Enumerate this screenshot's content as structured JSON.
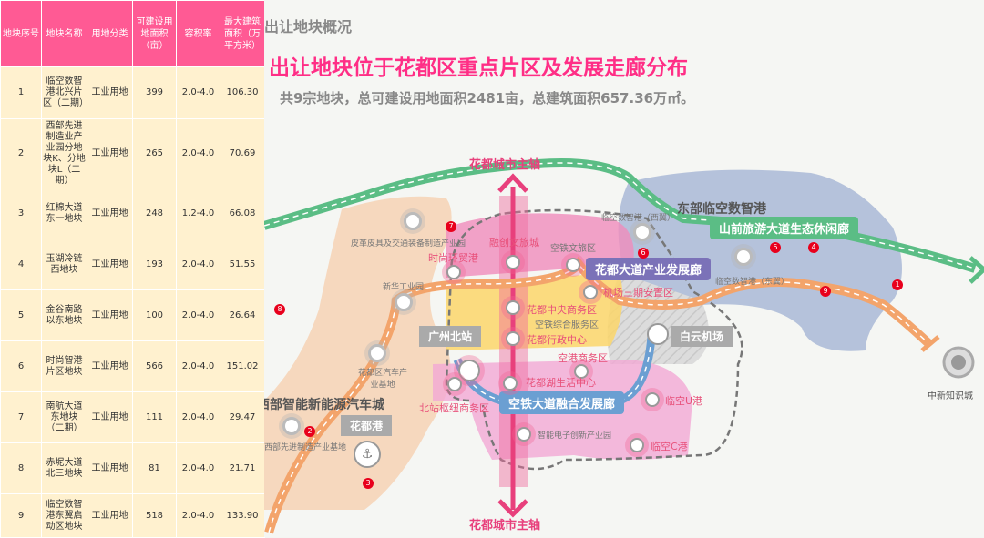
{
  "table": {
    "headers": [
      "地块序号",
      "地块名称",
      "用地分类",
      "可建设用地面积（亩）",
      "容积率",
      "最大建筑面积（万平方米）"
    ],
    "rows": [
      [
        "1",
        "临空数智港北兴片区（二期）",
        "工业用地",
        "399",
        "2.0-4.0",
        "106.30"
      ],
      [
        "2",
        "西部先进制造业产业园分地块K、分地块L（二期）",
        "工业用地",
        "265",
        "2.0-4.0",
        "70.69"
      ],
      [
        "3",
        "红棉大道东一地块",
        "工业用地",
        "248",
        "1.2-4.0",
        "66.08"
      ],
      [
        "4",
        "玉湖冷链西地块",
        "工业用地",
        "193",
        "2.0-4.0",
        "51.55"
      ],
      [
        "5",
        "金谷南路以东地块",
        "工业用地",
        "100",
        "2.0-4.0",
        "26.64"
      ],
      [
        "6",
        "时尚智港片区地块",
        "工业用地",
        "566",
        "2.0-4.0",
        "151.02"
      ],
      [
        "7",
        "南航大道东地块（二期）",
        "工业用地",
        "111",
        "2.0-4.0",
        "29.47"
      ],
      [
        "8",
        "赤坭大道北三地块",
        "工业用地",
        "81",
        "2.0-4.0",
        "21.71"
      ],
      [
        "9",
        "临空数智港东翼启动区地块",
        "工业用地",
        "518",
        "2.0-4.0",
        "133.90"
      ]
    ]
  },
  "header": {
    "section": "出让地块概况",
    "title": "出让地块位于花都区重点片区及发展走廊分布",
    "summary": "共9宗地块，总可建设用地面积2481亩，总建筑面积657.36万㎡。"
  },
  "map": {
    "axis_top": "花都城市主轴",
    "axis_bottom": "花都城市主轴",
    "corridor_green": "山前旅游大道生态休闲廊",
    "corridor_purple": "花都大道产业发展廊",
    "corridor_blue": "空铁大道融合发展廊",
    "east_zone": "东部临空数智港",
    "west_zone": "西部智能新能源汽车城",
    "north_station": "广州北站",
    "airport": "白云机场",
    "port": "花都港",
    "zhongxin": "中新知识城",
    "labels": {
      "pige": "皮革皮具及交通装备制造产业园",
      "xinhua": "新华工业园",
      "qiche": "花都区汽车产业基地",
      "xibu": "西部先进制造产业基地",
      "lingkong_w": "临空数智港（西翼）",
      "lingkong_e": "临空数智港（东翼）",
      "zhineng": "智能电子创新产业园",
      "kongtie_wl": "空铁文旅区",
      "kongtie_zh": "空铁综合服务区"
    },
    "pink_labels": {
      "rongchuang": "融创文旅城",
      "shishang": "时尚环贸港",
      "cbd": "花都中央商务区",
      "xingzheng": "花都行政中心",
      "jichang": "机场三期安置区",
      "konggang": "空港商务区",
      "huduhu": "花都湖生活中心",
      "beizhan": "北站枢纽商务区",
      "u": "临空U港",
      "c": "临空C港"
    },
    "markers": [
      "1",
      "2",
      "3",
      "4",
      "5",
      "6",
      "7",
      "8",
      "9"
    ],
    "colors": {
      "pink": "#ff3d8b",
      "green": "#5bbd85",
      "orange": "#f3a46b",
      "purple": "#7b72b8",
      "blue": "#6b9fd2",
      "east": "#a9b9d6"
    }
  }
}
